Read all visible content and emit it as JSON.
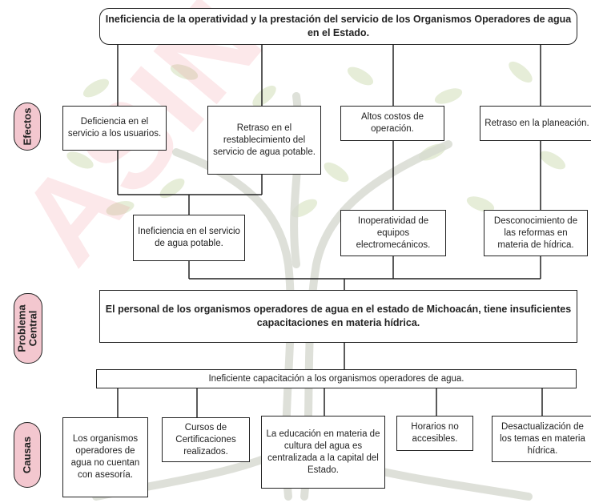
{
  "watermark": "ASIN",
  "title": "Ineficiencia de la operatividad y la prestación del servicio de los Organismos Operadores de agua en el Estado.",
  "labels": {
    "efectos": "Efectos",
    "problema_line1": "Problema",
    "problema_line2": "Central",
    "causas": "Causas"
  },
  "effects": [
    "Deficiencia en el servicio a los usuarios.",
    "Retraso en el restablecimiento del servicio de agua potable.",
    "Altos costos de operación.",
    "Retraso en la planeación."
  ],
  "intermediate_effects": [
    "Ineficiencia en el servicio de agua potable.",
    "Inoperatividad de equipos electromecánicos.",
    "Desconocimiento de las reformas en materia de hídrica."
  ],
  "central_problem": "El personal de los organismos operadores de agua en el estado de Michoacán, tiene insuficientes capacitaciones en materia hídrica.",
  "main_cause": "Ineficiente capacitación a los organismos operadores de agua.",
  "causes": [
    "Los organismos operadores de agua no cuentan con asesoría.",
    "Cursos de Certificaciones realizados.",
    "La educación en materia de cultura del agua es centralizada a la capital del Estado.",
    "Horarios no accesibles.",
    "Desactualización de los temas en materia hídrica."
  ],
  "colors": {
    "label_fill": "#f3c7cf",
    "line": "#222222",
    "tree": "#c9d6b3",
    "leaf": "#b9cf9a"
  }
}
